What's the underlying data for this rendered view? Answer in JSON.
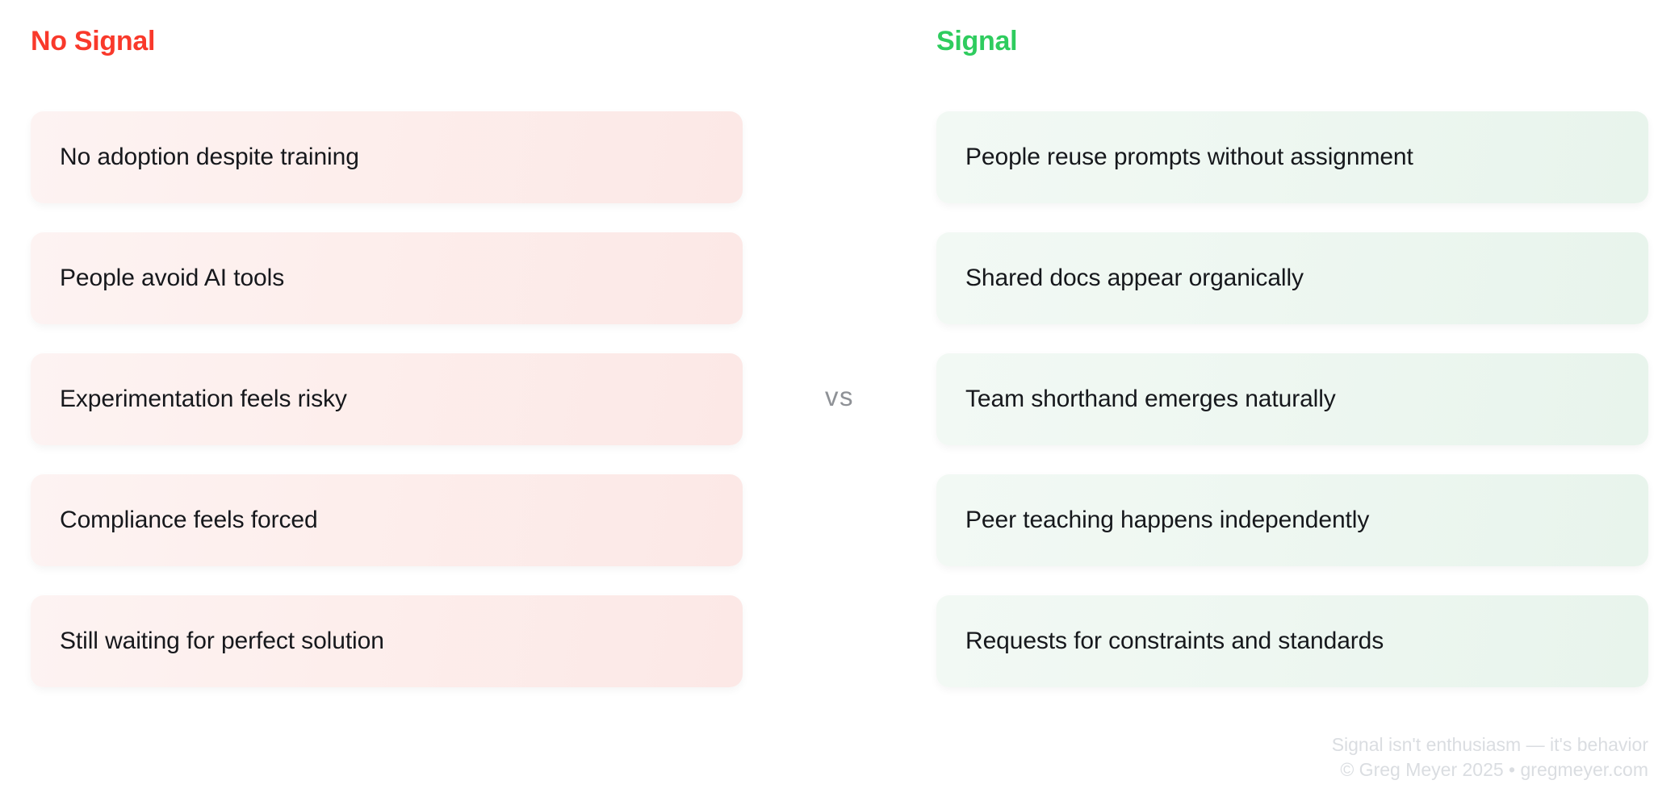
{
  "columns": {
    "negative": {
      "header": "No Signal",
      "header_color": "#f9392b",
      "items": [
        {
          "label": "No adoption despite training"
        },
        {
          "label": "People avoid AI tools"
        },
        {
          "label": "Experimentation feels risky"
        },
        {
          "label": "Compliance feels forced"
        },
        {
          "label": "Still waiting for perfect solution"
        }
      ]
    },
    "positive": {
      "header": "Signal",
      "header_color": "#2ecc5e",
      "items": [
        {
          "label": "People reuse prompts without assignment"
        },
        {
          "label": "Shared docs appear organically"
        },
        {
          "label": "Team shorthand emerges naturally"
        },
        {
          "label": "Peer teaching happens independently"
        },
        {
          "label": "Requests for constraints and standards"
        }
      ]
    }
  },
  "divider": {
    "label": "vs",
    "color": "#8e9196"
  },
  "footer": {
    "tagline": "Signal isn't enthusiasm — it's behavior",
    "credit": "© Greg Meyer 2025 • gregmeyer.com",
    "color": "#dadde1"
  }
}
